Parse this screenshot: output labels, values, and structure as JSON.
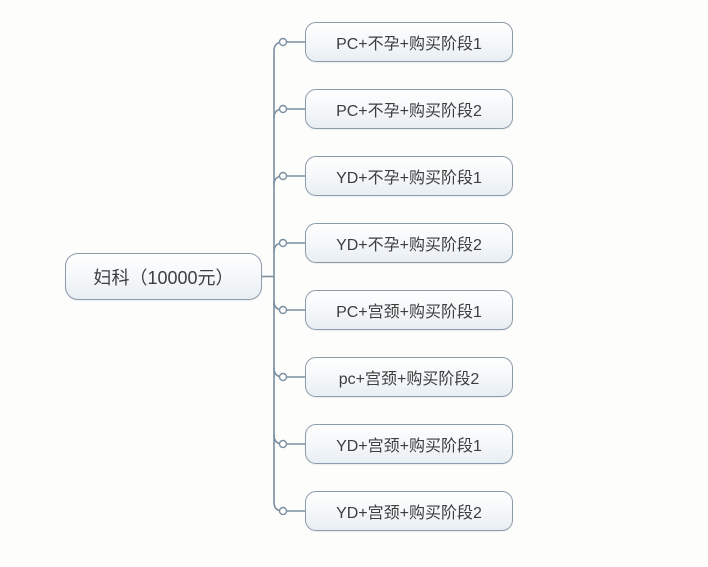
{
  "diagram": {
    "type": "mindmap",
    "root": {
      "label": "妇科（10000元）"
    },
    "children": [
      {
        "label": "PC+不孕+购买阶段1"
      },
      {
        "label": "PC+不孕+购买阶段2"
      },
      {
        "label": "YD+不孕+购买阶段1"
      },
      {
        "label": "YD+不孕+购买阶段2"
      },
      {
        "label": "PC+宫颈+购买阶段1"
      },
      {
        "label": "pc+宫颈+购买阶段2"
      },
      {
        "label": "YD+宫颈+购买阶段1"
      },
      {
        "label": "YD+宫颈+购买阶段2"
      }
    ],
    "colors": {
      "background": "#fdfdfc",
      "node_border": "#8d9cab",
      "node_fill_top": "#fefefe",
      "node_fill_bottom": "#e8eef3",
      "connector_line": "#7b8fa0",
      "text": "#3d3d3d"
    }
  }
}
